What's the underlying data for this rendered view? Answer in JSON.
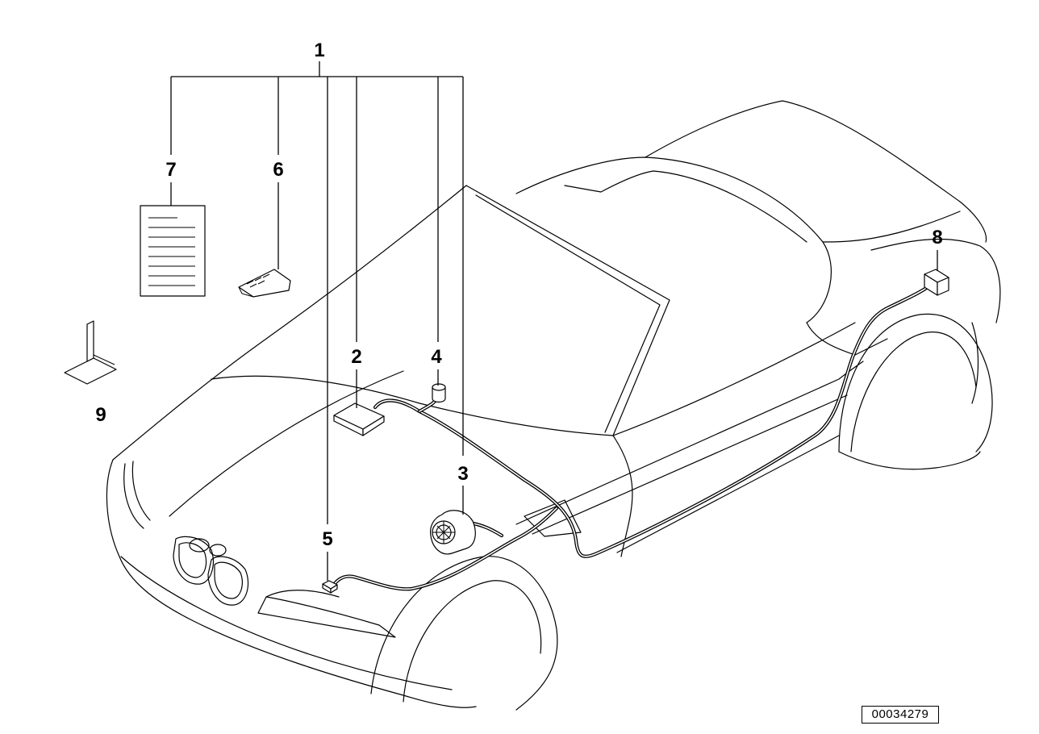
{
  "callouts": {
    "c1": "1",
    "c2": "2",
    "c3": "3",
    "c4": "4",
    "c5": "5",
    "c6": "6",
    "c7": "7",
    "c8": "8",
    "c9": "9"
  },
  "reference_number": "00034279"
}
